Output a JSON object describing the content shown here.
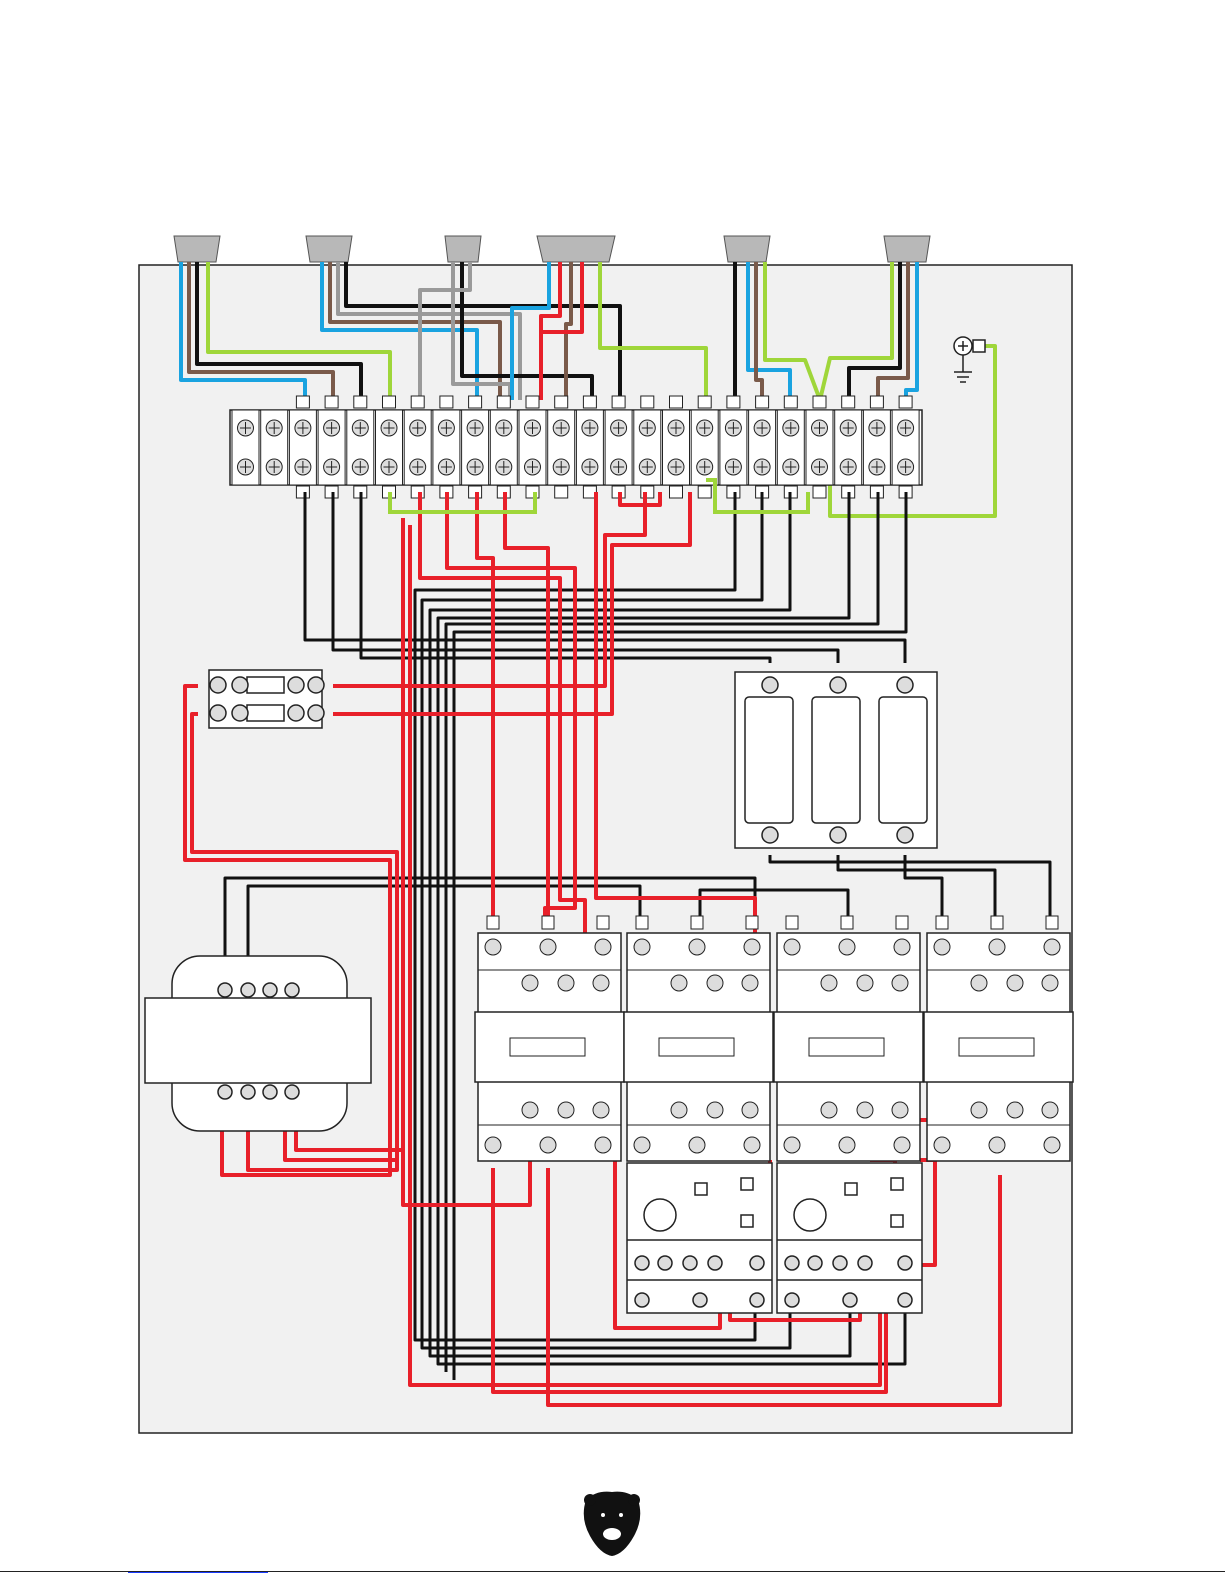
{
  "page": {
    "background": "#ffffff",
    "panel_fill": "#f1f1f1",
    "panel_border": "#222222"
  },
  "colors": {
    "wire_black": "#111111",
    "wire_red": "#e8202a",
    "wire_blue": "#1aa3e0",
    "wire_brown": "#7a5a4a",
    "wire_green_yellow": "#9fd63a",
    "wire_gray": "#9a9a9a",
    "wire_white": "#ffffff",
    "component_fill": "#ffffff",
    "component_stroke": "#222222",
    "connector_fill": "#b8b8b8"
  },
  "components": {
    "cable_entries": [
      "cable-gland",
      "cable-gland",
      "cable-gland",
      "cable-gland",
      "cable-gland",
      "cable-gland"
    ],
    "terminal_strip": "terminal-block-strip",
    "ground_symbol": "ground-icon",
    "fuse_holders": "fuse-holder",
    "fuse_block": "three-pole-fuse-block",
    "transformer": "control-transformer",
    "contactors": [
      "contactor",
      "contactor",
      "contactor",
      "contactor"
    ],
    "overload_relays": [
      "overload-relay",
      "overload-relay"
    ],
    "logo": "bear-logo-icon"
  },
  "footer": {
    "link_text": ""
  }
}
